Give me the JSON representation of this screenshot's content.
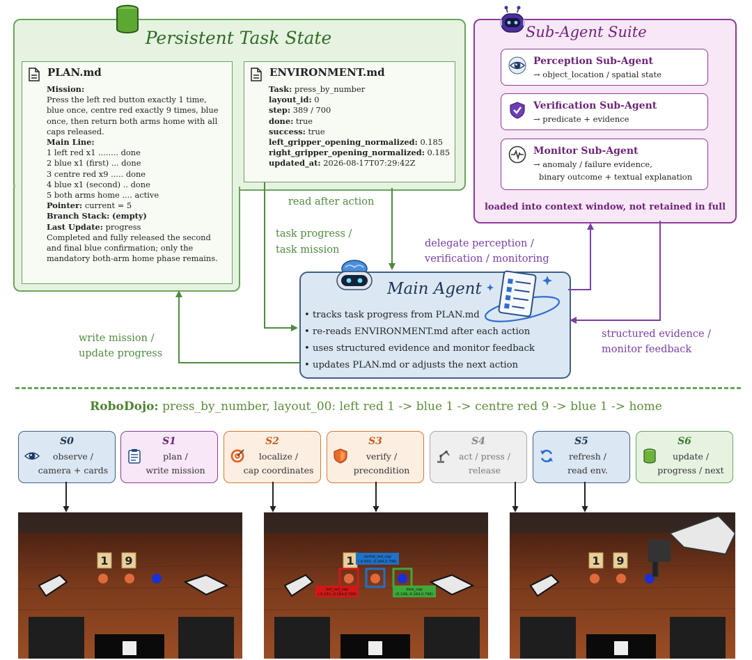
{
  "persistent_task_state": {
    "title": "Persistent Task State",
    "plan": {
      "filename": "PLAN.md",
      "mission_label": "Mission:",
      "mission_lines": [
        "Press the left red button exactly 1 time,",
        "blue once, centre red exactly 9 times, blue",
        "once, then return both arms home with all",
        "caps released."
      ],
      "main_line_label": "Main Line:",
      "main_line_items": [
        "1 left red x1 ........ done",
        "2 blue x1 (first) ... done",
        "3 centre red x9 ..... done",
        "4 blue x1 (second) .. done",
        "5 both arms home .... active"
      ],
      "pointer_label": "Pointer:",
      "pointer_value": "current = 5",
      "branch_label": "Branch Stack:",
      "branch_value": "(empty)",
      "last_update_label": "Last Update:",
      "last_update_value": "progress",
      "last_update_lines": [
        "Completed and fully released the second",
        "and final blue confirmation; only the",
        "mandatory both-arm home phase remains."
      ]
    },
    "environment": {
      "filename": "ENVIRONMENT.md",
      "rows": [
        {
          "key": "Task:",
          "value": "press_by_number"
        },
        {
          "key": "layout_id:",
          "value": "0"
        },
        {
          "key": "step:",
          "value": "389 / 700"
        },
        {
          "key": "done:",
          "value": "true"
        },
        {
          "key": "success:",
          "value": "true"
        },
        {
          "key": "left_gripper_opening_normalized:",
          "value": "0.185"
        },
        {
          "key": "right_gripper_opening_normalized:",
          "value": "0.185"
        },
        {
          "key": "updated_at:",
          "value": "2026-08-17T07:29:42Z"
        }
      ]
    }
  },
  "sub_agent_suite": {
    "title": "Sub-Agent Suite",
    "agents": [
      {
        "name": "Perception Sub-Agent",
        "desc1": "→ object_location / spatial state",
        "desc2": ""
      },
      {
        "name": "Verification Sub-Agent",
        "desc1": "→ predicate + evidence",
        "desc2": ""
      },
      {
        "name": "Monitor Sub-Agent",
        "desc1": "→ anomaly / failure evidence,",
        "desc2": "binary outcome + textual explanation"
      }
    ],
    "footer": "loaded into context window, not retained in full"
  },
  "main_agent": {
    "title": "Main Agent",
    "items": [
      "tracks task progress from PLAN.md",
      "re-reads ENVIRONMENT.md after each action",
      "uses structured evidence and monitor feedback",
      "updates PLAN.md or adjusts the next action"
    ]
  },
  "edge_labels": {
    "read_after_action": "read after action",
    "task_progress_1": "task progress /",
    "task_progress_2": "task mission",
    "write_mission_1": "write mission /",
    "write_mission_2": "update progress",
    "delegate_1": "delegate perception /",
    "delegate_2": "verification / monitoring",
    "structured_1": "structured evidence /",
    "structured_2": "monitor feedback"
  },
  "robodojo": {
    "bold": "RoboDojo:",
    "rest": "press_by_number, layout_00: left red 1 -> blue 1 -> centre red 9 -> blue 1 -> home"
  },
  "steps": [
    {
      "id": "S0",
      "l1": "observe /",
      "l2": "camera + cards",
      "icon": "eye-icon"
    },
    {
      "id": "S1",
      "l1": "plan /",
      "l2": "write mission",
      "icon": "clipboard-icon"
    },
    {
      "id": "S2",
      "l1": "localize /",
      "l2": "cap coordinates",
      "icon": "target-icon"
    },
    {
      "id": "S3",
      "l1": "verify /",
      "l2": "precondition",
      "icon": "shield-icon"
    },
    {
      "id": "S4",
      "l1": "act / press /",
      "l2": "release",
      "icon": "robot-arm-icon"
    },
    {
      "id": "S5",
      "l1": "refresh /",
      "l2": "read env.",
      "icon": "refresh-icon"
    },
    {
      "id": "S6",
      "l1": "update /",
      "l2": "progress / next",
      "icon": "database-icon"
    }
  ],
  "scenes": {
    "card_left": "1",
    "card_right": "9",
    "box_center_label_1": "centre_red_cap",
    "box_center_label_2": "(-0.002,-0.164,0.796)",
    "box_left_label_1": "left_red_cap",
    "box_left_label_2": "(-0.151,-0.164,0.796)",
    "box_right_label_1": "blue_cap",
    "box_right_label_2": "(0.149,-0.164,0.796)"
  },
  "colors": {
    "green": "#6aa35b",
    "purple": "#8b3b93",
    "blue": "#3f5f80",
    "orange": "#d9772f",
    "gray": "#a8a8a8"
  }
}
